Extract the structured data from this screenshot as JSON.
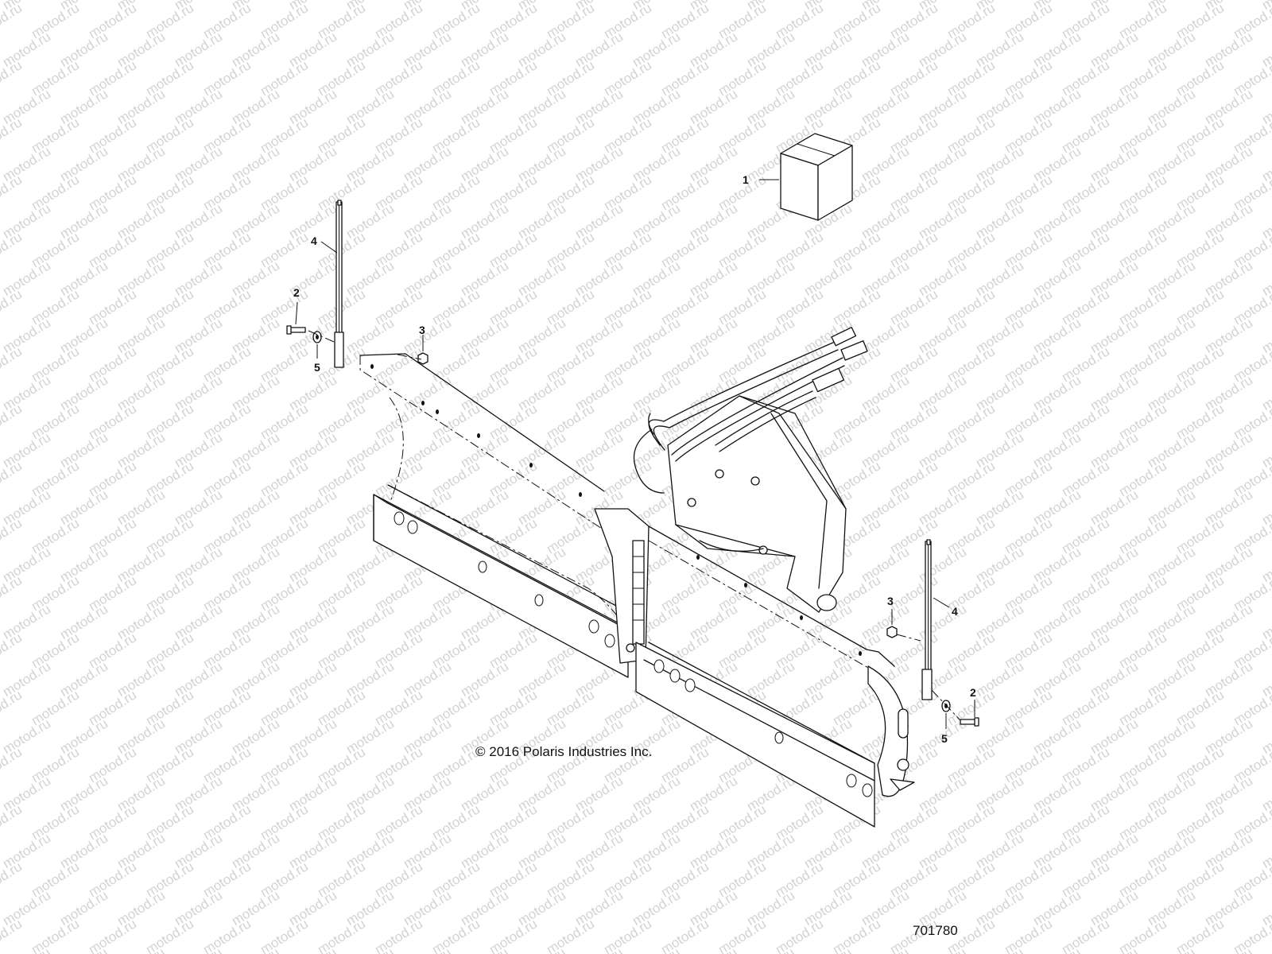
{
  "watermark": {
    "text": "motod.ru"
  },
  "callouts": {
    "c1": "1",
    "c2_left": "2",
    "c2_right": "2",
    "c3_left": "3",
    "c3_right": "3",
    "c4_left": "4",
    "c4_right": "4",
    "c5_left": "5",
    "c5_right": "5"
  },
  "copyright": "© 2016 Polaris Industries Inc.",
  "diagram_id": "701780"
}
